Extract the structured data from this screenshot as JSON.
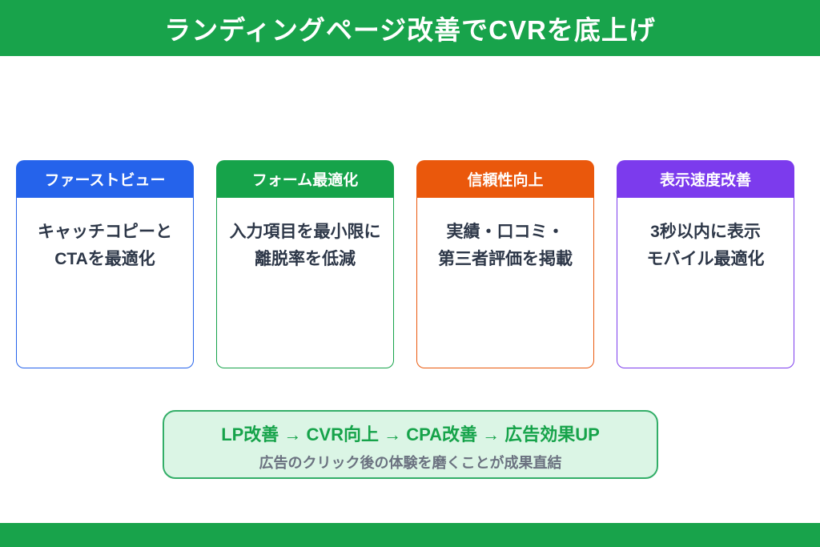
{
  "header": {
    "title": "ランディングページ改善でCVRを底上げ",
    "bg_color": "#18a34b",
    "text_color": "#ffffff"
  },
  "cards": [
    {
      "title": "ファーストビュー",
      "color": "#2563eb",
      "lines": [
        "キャッチコピーと",
        "CTAを最適化"
      ]
    },
    {
      "title": "フォーム最適化",
      "color": "#16a34a",
      "lines": [
        "入力項目を最小限に",
        "離脱率を低減"
      ]
    },
    {
      "title": "信頼性向上",
      "color": "#ea580c",
      "lines": [
        "実績・口コミ・",
        "第三者評価を掲載"
      ]
    },
    {
      "title": "表示速度改善",
      "color": "#7c3bed",
      "lines": [
        "3秒以内に表示",
        "モバイル最適化"
      ]
    }
  ],
  "summary": {
    "headline": "LP改善 → CVR向上 → CPA改善 → 広告効果UP",
    "subtext": "広告のクリック後の体験を磨くことが成果直結",
    "bg_color": "#dbf5e5",
    "border_color": "#33ae68",
    "headline_color": "#16a34a",
    "subtext_color": "#6b7280"
  },
  "footer": {
    "bg_color": "#18a34b"
  }
}
